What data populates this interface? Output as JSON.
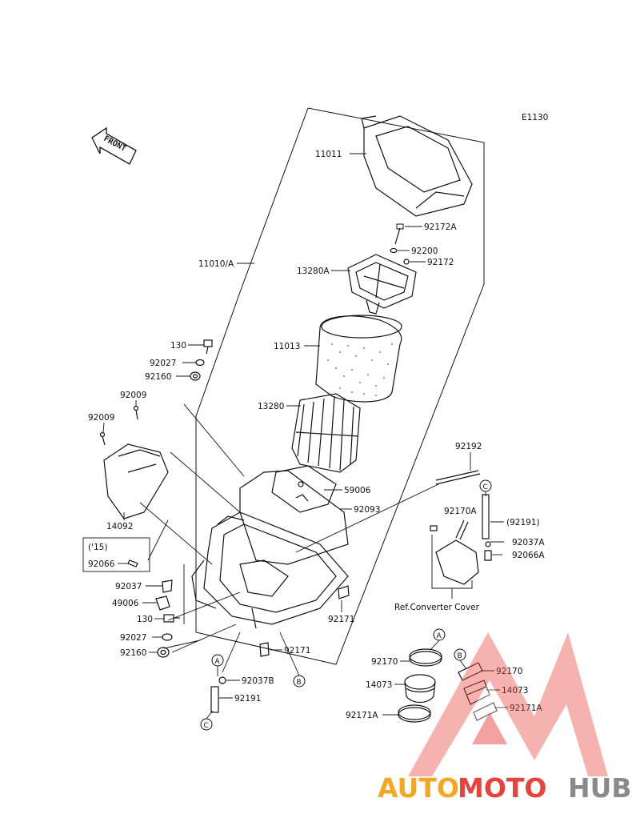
{
  "diagram_code": "E1130",
  "front_label": "FRONT",
  "callouts": {
    "p11011": "11011",
    "p92172A": "92172A",
    "p11010A": "11010/A",
    "p92200": "92200",
    "p13280A": "13280A",
    "p92172": "92172",
    "p130a": "130",
    "p92027a": "92027",
    "p92160a": "92160",
    "p11013": "11013",
    "p92009a": "92009",
    "p92009b": "92009",
    "p13280": "13280",
    "p92192": "92192",
    "p59006": "59006",
    "p92093": "92093",
    "p14092": "14092",
    "p92170A": "92170A",
    "p92191paren": "(92191)",
    "p92037A": "92037A",
    "p92066A": "92066A",
    "p15": "('15)",
    "p92066": "92066",
    "p92037": "92037",
    "p49006": "49006",
    "p130b": "130",
    "p92171a": "92171",
    "p92027b": "92027",
    "p92160b": "92160",
    "p92171b": "92171",
    "p92170a": "92170",
    "p92170b": "92170",
    "p14073a": "14073",
    "p14073b": "14073",
    "p92171Aa": "92171A",
    "p92171Ab": "92171A",
    "p92037B": "92037B",
    "p92191": "92191"
  },
  "ref_converter_cover": "Ref.Converter Cover",
  "markers": {
    "a1": "A",
    "a2": "A",
    "b1": "B",
    "b2": "B",
    "c1": "C",
    "c2": "C"
  },
  "watermark": {
    "text_auto": "AUTO",
    "text_moto": "MOTO",
    "text_hub": "HUB",
    "color_orange": "#f5a623",
    "color_red": "#e8423a",
    "color_gray": "#8a8a8a"
  }
}
